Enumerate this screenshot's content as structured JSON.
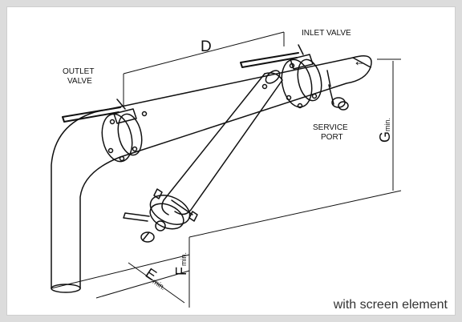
{
  "labels": {
    "outlet_valve_line1": "OUTLET",
    "outlet_valve_line2": "VALVE",
    "inlet_valve": "INLET VALVE",
    "service_port_line1": "SERVICE",
    "service_port_line2": "PORT",
    "dim_d": "D",
    "dim_g": "G",
    "dim_g_sub": "min.",
    "dim_f": "F",
    "dim_f_sub": "min.",
    "dim_e": "E",
    "dim_e_sub": "min.",
    "flow_arrow": "←"
  },
  "caption": "with screen element",
  "colors": {
    "line": "#111111",
    "background": "#dcdcdc",
    "panel": "#ffffff"
  }
}
